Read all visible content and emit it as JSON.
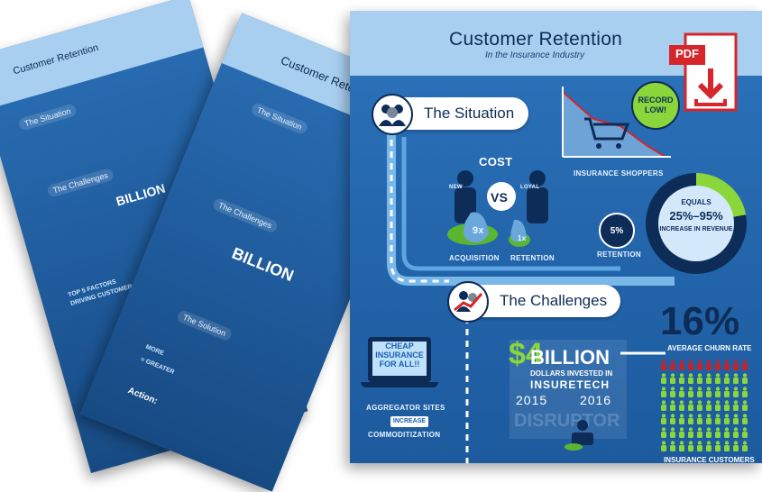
{
  "header": {
    "title": "Customer Retention",
    "subtitle": "In the Insurance Industry"
  },
  "pdf_label": "PDF",
  "situation": {
    "label": "The Situation",
    "cost_label": "COST",
    "new_label": "NEW",
    "vs_label": "VS",
    "loyal_label": "LOYAL",
    "multiplier_acq": "9x",
    "multiplier_ret": "1x",
    "acquisition_label": "ACQUISITION",
    "retention_label": "RETENTION",
    "record_low": "RECORD LOW!",
    "insurance_shoppers": "INSURANCE SHOPPERS",
    "retention_pct": "5%",
    "retention_pct_label": "RETENTION",
    "equals": "EQUALS",
    "revenue_range": "25%–95%",
    "revenue_label": "INCREASE IN REVENUE"
  },
  "challenges": {
    "label": "The Challenges",
    "cheap_text": "CHEAP INSURANCE FOR ALL!!",
    "aggregator_label": "AGGREGATOR SITES",
    "increase_label": "INCREASE",
    "commoditization_label": "COMMODITIZATION",
    "billion_dollar": "$4",
    "billion_word": "BILLION",
    "dollars_line": "DOLLARS INVESTED IN",
    "insuretech": "INSURETECH",
    "year_start": "2015",
    "year_end": "2016",
    "disruptor": "DISRUPTOR",
    "churn_pct": "16%",
    "churn_label": "AVERAGE CHURN RATE",
    "insurance_customers": "INSURANCE CUSTOMERS"
  },
  "back_sheets": {
    "solution_label": "The Solution",
    "top5_label": "TOP 5 FACTORS",
    "top5_sub": "DRIVING CUSTOMER LOYALTY",
    "more_label": "MORE",
    "greater_label": "= GREATER",
    "action_label": "Action:"
  },
  "colors": {
    "navy": "#0d2c57",
    "accent_green": "#8bd63a",
    "sheet_blue": "#2467ad",
    "header_light": "#a9cff0",
    "pdf_red": "#d6252b"
  }
}
